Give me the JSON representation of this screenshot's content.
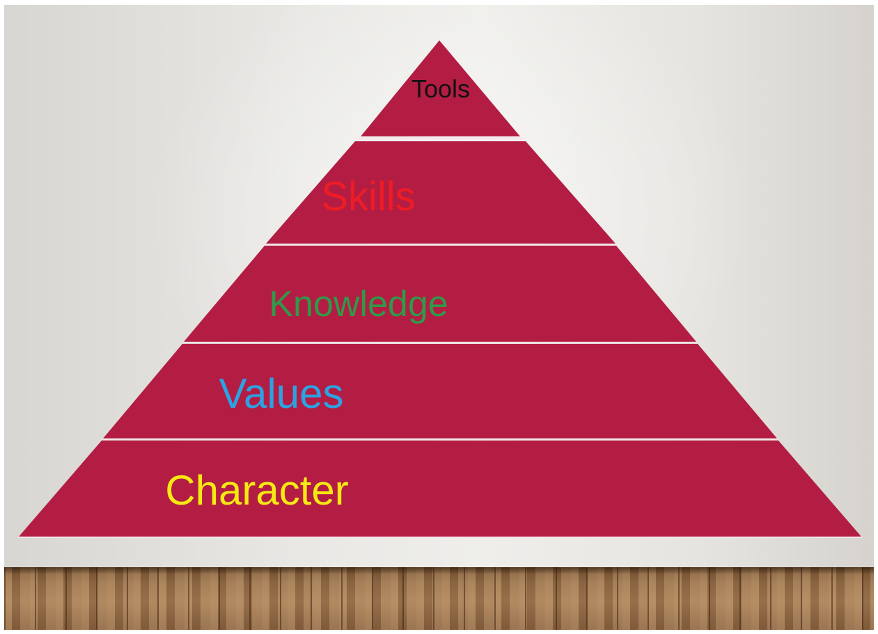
{
  "pyramid": {
    "fill_color": "#b41d43",
    "separator_color": "#f4e6ea",
    "tiers": [
      {
        "label": "Tools",
        "text_color": "#111111"
      },
      {
        "label": "Skills",
        "text_color": "#ee1c25"
      },
      {
        "label": "Knowledge",
        "text_color": "#2e9a4a"
      },
      {
        "label": "Values",
        "text_color": "#2ba3e3"
      },
      {
        "label": "Character",
        "text_color": "#f5e914"
      }
    ]
  },
  "background": {
    "wall_color": "#ebeae7",
    "floor_color": "#9a7048"
  }
}
